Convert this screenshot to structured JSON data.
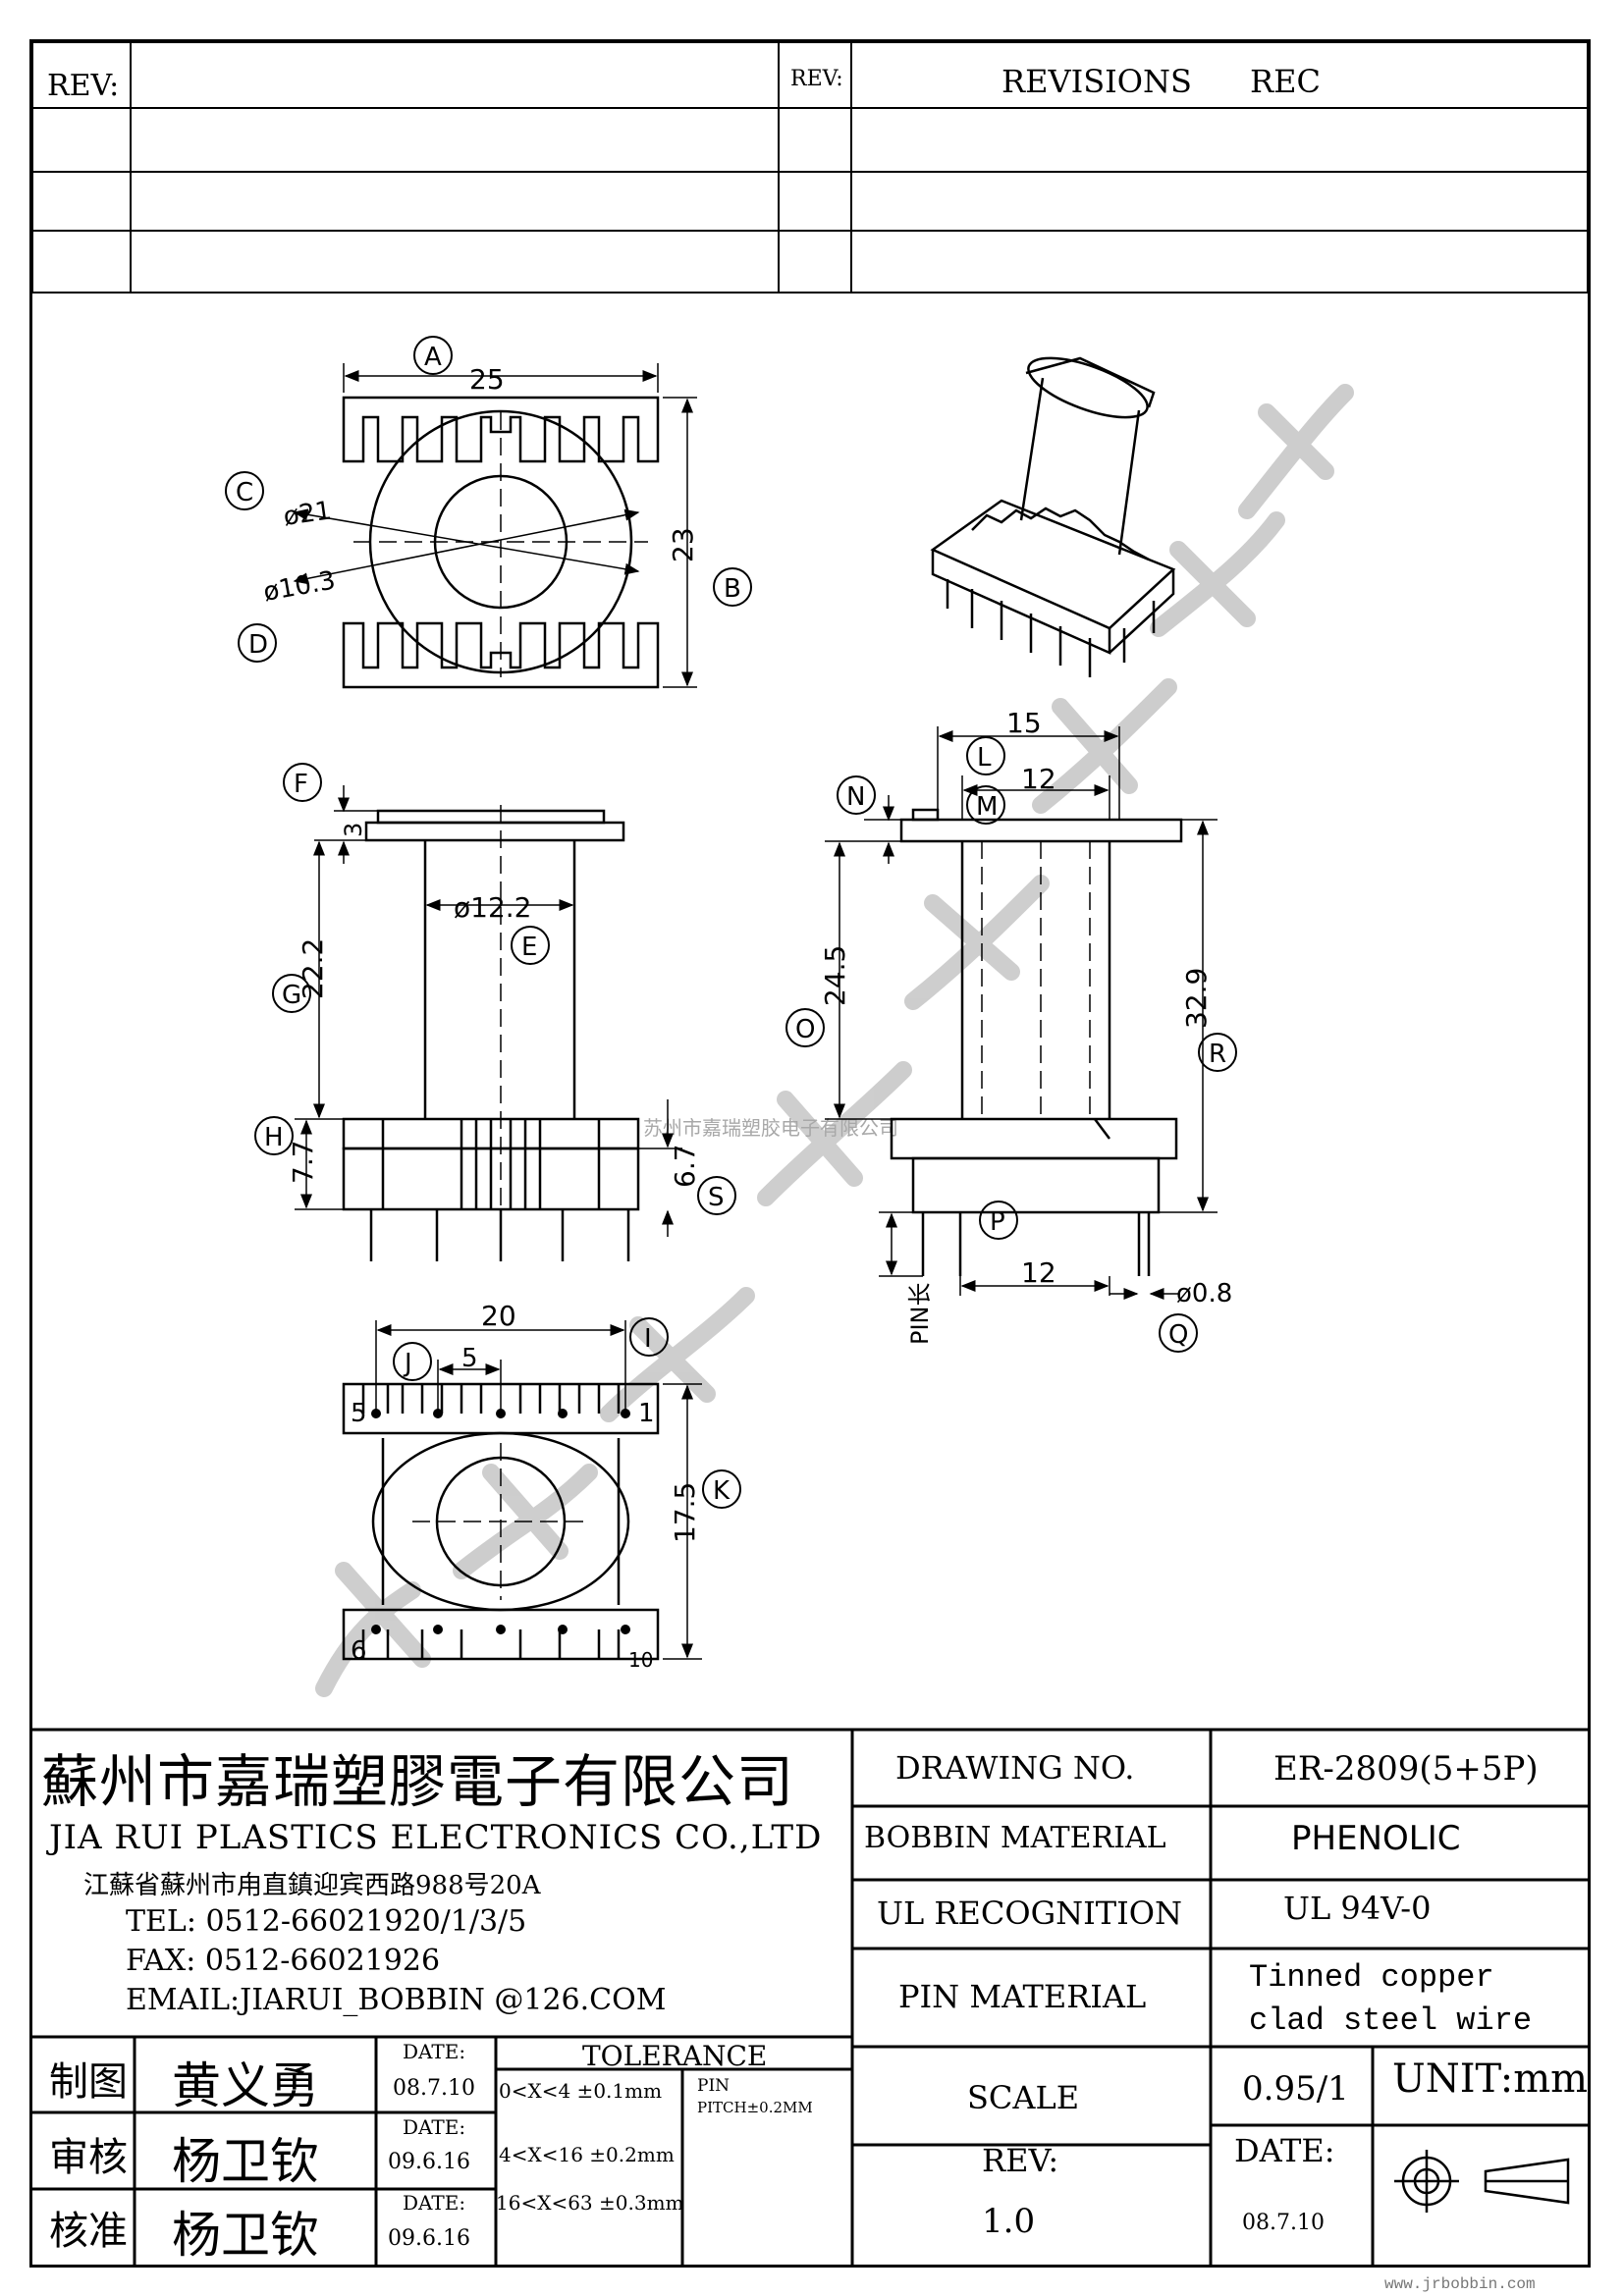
{
  "revision_block": {
    "rev_label_left": "REV:",
    "rev_label_right": "REV:",
    "revisions_label": "REVISIONS",
    "rec_label": "REC"
  },
  "front_view": {
    "dim_width": "25",
    "dim_height": "23",
    "dim_outer_dia": "ø21",
    "dim_inner_dia": "ø10.3",
    "markers": [
      "A",
      "B",
      "C",
      "D"
    ]
  },
  "side_view_left": {
    "dim_flange": "3",
    "dim_core_dia": "ø12.2",
    "dim_winding": "22.2",
    "dim_base": "7.7",
    "dim_pin_base": "6.7",
    "markers": [
      "F",
      "G",
      "E",
      "H",
      "S"
    ]
  },
  "side_view_right": {
    "dim_top": "15",
    "dim_inner": "12",
    "dim_body": "24.5",
    "dim_total": "32.9",
    "dim_pin_pitch": "12",
    "dim_pin_dia": "ø0.8",
    "pin_length_label": "PIN长",
    "markers": [
      "L",
      "M",
      "N",
      "O",
      "R",
      "P",
      "Q"
    ]
  },
  "bottom_view": {
    "dim_span": "20",
    "dim_pitch": "5",
    "dim_height": "17.5",
    "pin_labels": [
      "5",
      "1",
      "6",
      "10"
    ],
    "markers": [
      "J",
      "I",
      "K"
    ]
  },
  "watermark_url": "苏州市嘉瑞塑胶电子有限公司",
  "watermark_text": "苏州市嘉瑞塑胶电子有限公司",
  "company": {
    "name_cn": "蘇州市嘉瑞塑膠電子有限公司",
    "name_en": "JIA RUI PLASTICS ELECTRONICS CO.,LTD",
    "address": "江蘇省蘇州市甪直鎮迎宾西路988号20A",
    "tel": "TEL:  0512-66021920/1/3/5",
    "fax": "FAX:  0512-66021926",
    "email": "EMAIL:JIARUI_BOBBIN @126.COM"
  },
  "title_block": {
    "drawing_no_label": "DRAWING  NO.",
    "drawing_no_value": "ER-2809(5+5P)",
    "bobbin_material_label": "BOBBIN  MATERIAL",
    "bobbin_material_value": "PHENOLIC",
    "ul_label": "UL RECOGNITION",
    "ul_value": "UL 94V-0",
    "pin_material_label": "PIN MATERIAL",
    "pin_material_value_1": "Tinned copper",
    "pin_material_value_2": "clad steel wire",
    "scale_label": "SCALE",
    "scale_value": "0.95/1",
    "unit_label": "UNIT:mm",
    "rev_label": "REV:",
    "rev_value": "1.0",
    "date_label": "DATE:",
    "date_value": "08.7.10"
  },
  "approvals": [
    {
      "role": "制图",
      "name": "黄义勇",
      "date_label": "DATE:",
      "date": "08.7.10"
    },
    {
      "role": "审核",
      "name": "杨卫钦",
      "date_label": "DATE:",
      "date": "09.6.16"
    },
    {
      "role": "核准",
      "name": "杨卫钦",
      "date_label": "DATE:",
      "date": "09.6.16"
    }
  ],
  "tolerance": {
    "title": "TOLERANCE",
    "rows": [
      "0<X<4  ±0.1mm",
      "4<X<16 ±0.2mm",
      "16<X<63 ±0.3mm"
    ],
    "pin_label": "PIN",
    "pin_pitch": "PITCH±0.2MM"
  },
  "footer_url": "www.jrbobbin.com"
}
